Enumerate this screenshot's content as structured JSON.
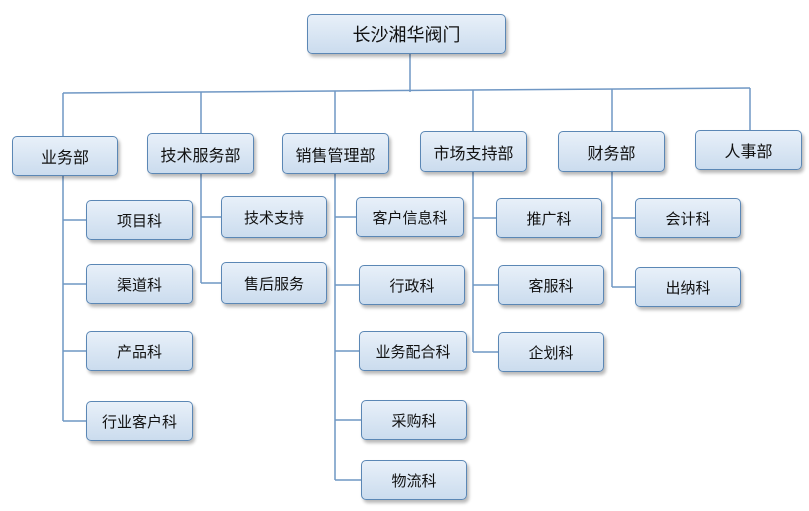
{
  "root": {
    "label": "长沙湘华阀门"
  },
  "departments": [
    {
      "label": "业务部",
      "sections": [
        "项目科",
        "渠道科",
        "产品科",
        "行业客户科"
      ]
    },
    {
      "label": "技术服务部",
      "sections": [
        "技术支持",
        "售后服务"
      ]
    },
    {
      "label": "销售管理部",
      "sections": [
        "客户信息科",
        "行政科",
        "业务配合科",
        "采购科",
        "物流科"
      ]
    },
    {
      "label": "市场支持部",
      "sections": [
        "推广科",
        "客服科",
        "企划科"
      ]
    },
    {
      "label": "财务部",
      "sections": [
        "会计科",
        "出纳科"
      ]
    },
    {
      "label": "人事部",
      "sections": []
    }
  ],
  "colors": {
    "line": "#6f97c4",
    "box_border": "#5b87b5",
    "box_fill_top": "#e8f0f9",
    "box_fill_bottom": "#cbdcee"
  }
}
